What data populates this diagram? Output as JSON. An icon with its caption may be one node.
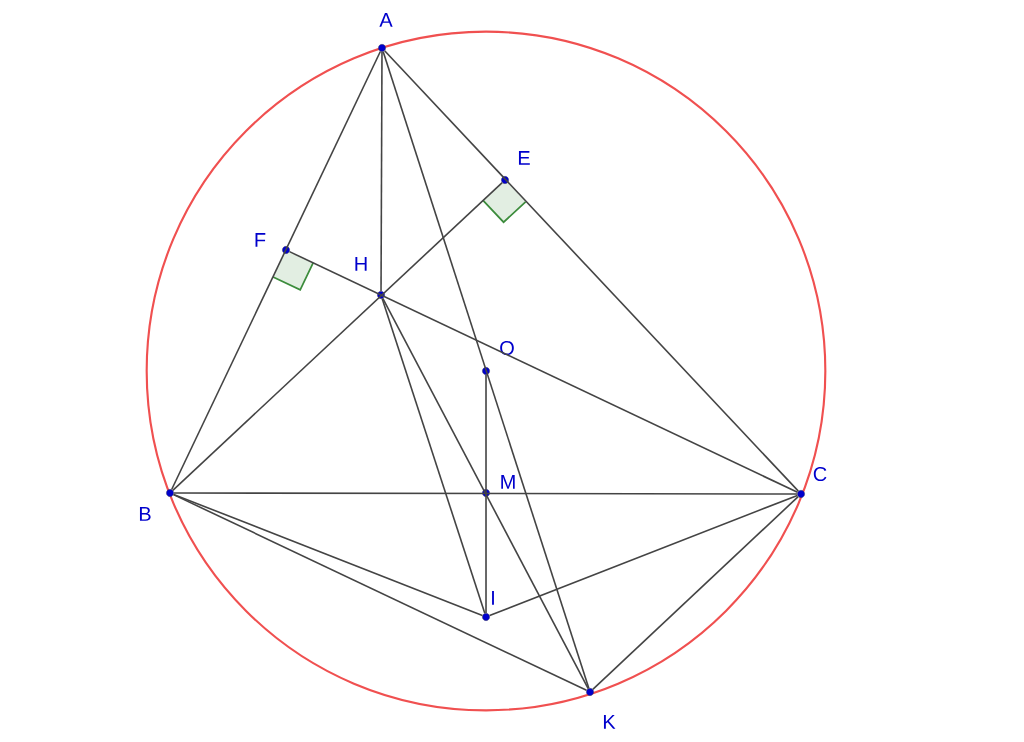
{
  "diagram": {
    "nodes": [
      {
        "text": [
          "A"
        ]
      },
      {
        "text": [
          "E"
        ]
      },
      {
        "text": [
          "F"
        ]
      },
      {
        "text": [
          "H"
        ]
      },
      {
        "text": [
          "O"
        ]
      },
      {
        "text": [
          "B"
        ]
      },
      {
        "text": [
          "M"
        ]
      },
      {
        "text": [
          "C"
        ]
      },
      {
        "text": [
          "I"
        ]
      },
      {
        "text": [
          "K"
        ]
      }
    ],
    "edges": [
      {
        "from": 0,
        "to": 5,
        "arrow": "none"
      },
      {
        "from": 0,
        "to": 7,
        "arrow": "none"
      },
      {
        "from": 5,
        "to": 7,
        "arrow": "none"
      },
      {
        "from": 0,
        "to": 3,
        "arrow": "none"
      },
      {
        "from": 0,
        "to": 9,
        "arrow": "none"
      },
      {
        "from": 2,
        "to": 7,
        "arrow": "none"
      },
      {
        "from": 5,
        "to": 1,
        "arrow": "none"
      },
      {
        "from": 3,
        "to": 8,
        "arrow": "none"
      },
      {
        "from": 3,
        "to": 9,
        "arrow": "none"
      },
      {
        "from": 4,
        "to": 8,
        "arrow": "none"
      },
      {
        "from": 5,
        "to": 8,
        "arrow": "none"
      },
      {
        "from": 5,
        "to": 9,
        "arrow": "none"
      },
      {
        "from": 7,
        "to": 8,
        "arrow": "none"
      },
      {
        "from": 7,
        "to": 9,
        "arrow": "none"
      }
    ]
  }
}
